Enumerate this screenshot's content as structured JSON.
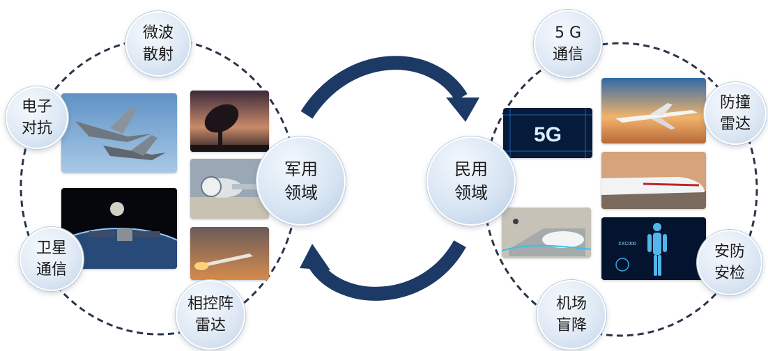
{
  "hubs": {
    "military": "军用\n领域",
    "civil": "民用\n领域"
  },
  "military_apps": {
    "microwave_scatter": "微波\n散射",
    "electronic_warfare": "电子\n对抗",
    "satellite_comm": "卫星\n通信",
    "phased_array_radar": "相控阵\n雷达"
  },
  "civil_apps": {
    "comm_5g": "5 G\n通信",
    "collision_radar": "防撞\n雷达",
    "security_check": "安防\n安检",
    "airport_landing": "机场\n盲降"
  },
  "photo_text": {
    "badge_5g": "5G",
    "scanner_code": "XXC000"
  },
  "colors": {
    "arrow": "#1d3a66",
    "dashed_ring": "#2a3548",
    "node_border": "#b9c9dc"
  },
  "icons": {
    "cycle_arrows": "curved-arrows",
    "ring": "dashed-circle"
  }
}
